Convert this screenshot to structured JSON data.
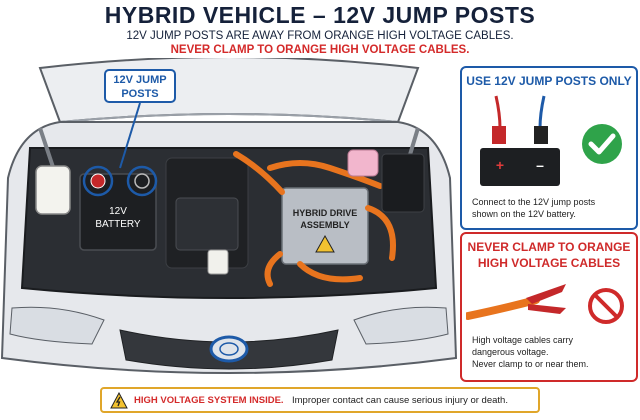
{
  "header": {
    "title": "HYBRID VEHICLE – 12V JUMP POSTS",
    "subtitle": "12V JUMP POSTS ARE AWAY FROM ORANGE HIGH VOLTAGE CABLES.",
    "warning": "NEVER CLAMP TO ORANGE HIGH VOLTAGE CABLES."
  },
  "engine": {
    "callout": "12V JUMP POSTS",
    "battery_label_line1": "12V",
    "battery_label_line2": "BATTERY",
    "hybrid_label_line1": "HYBRID DRIVE",
    "hybrid_label_line2": "ASSEMBLY",
    "plus": "+",
    "minus": "–"
  },
  "panel_ok": {
    "title": "USE 12V JUMP POSTS ONLY",
    "text_line1": "Connect to the 12V jump posts",
    "text_line2": "shown on the 12V battery.",
    "icon": "check-circle-icon",
    "color": "#1d5aa8"
  },
  "panel_no": {
    "title_line1": "NEVER CLAMP TO ORANGE",
    "title_line2": "HIGH VOLTAGE CABLES",
    "text_line1": "High voltage cables carry",
    "text_line2": "dangerous voltage.",
    "text_line3": "Never clamp to or near them.",
    "icon": "prohibited-icon",
    "color": "#cf2a2a"
  },
  "footer": {
    "warning": "HIGH VOLTAGE SYSTEM INSIDE.",
    "message": "Improper contact can cause serious injury or death.",
    "icon": "high-voltage-warning-icon"
  },
  "colors": {
    "orange_cable": "#e8741e",
    "accent_blue": "#1d5aa8",
    "danger_red": "#cf2a2a",
    "car_body": "#e6e8ec"
  }
}
